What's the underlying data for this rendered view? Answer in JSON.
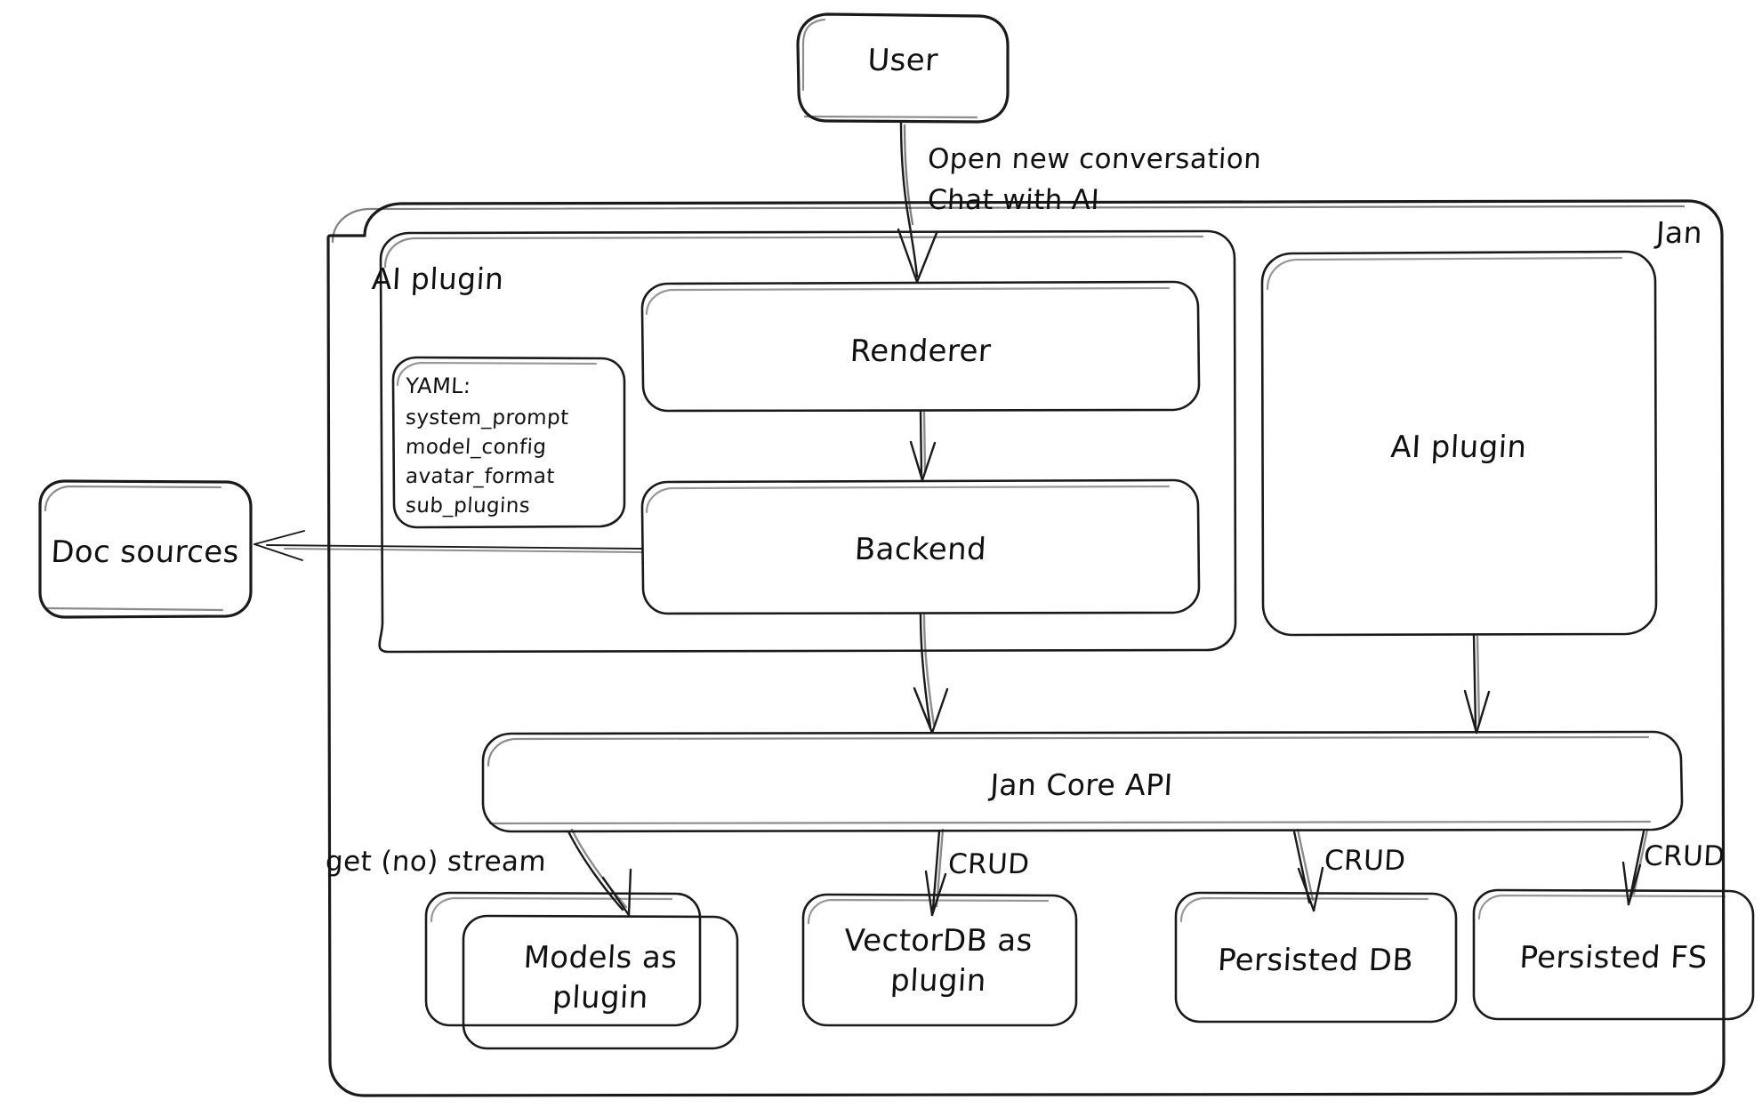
{
  "diagram": {
    "title": "Jan architecture overview",
    "style": "hand-drawn",
    "stroke_color": "#1a1a1a",
    "background_color": "#ffffff"
  },
  "nodes": {
    "user": {
      "label": "User"
    },
    "jan_container": {
      "label": "Jan"
    },
    "ai_plugin_group": {
      "label": "AI plugin"
    },
    "renderer": {
      "label": "Renderer"
    },
    "backend": {
      "label": "Backend"
    },
    "ai_plugin_box": {
      "label": "AI plugin"
    },
    "doc_sources": {
      "label": "Doc sources"
    },
    "jan_core_api": {
      "label": "Jan Core API"
    },
    "models_plugin": {
      "label_line1": "Models as",
      "label_line2": "plugin"
    },
    "vectordb_plugin": {
      "label_line1": "VectorDB as",
      "label_line2": "plugin"
    },
    "persisted_db": {
      "label": "Persisted DB"
    },
    "persisted_fs": {
      "label": "Persisted FS"
    }
  },
  "yaml_card": {
    "heading": "YAML:",
    "keys": [
      "system_prompt",
      "model_config",
      "avatar_format",
      "sub_plugins"
    ]
  },
  "edges": {
    "user_to_renderer": {
      "line1": "Open new conversation",
      "line2": "Chat with AI"
    },
    "core_to_models": {
      "label": "get (no) stream"
    },
    "core_to_vectordb": {
      "label": "CRUD"
    },
    "core_to_persisted_db": {
      "label": "CRUD"
    },
    "core_to_persisted_fs": {
      "label": "CRUD"
    }
  }
}
